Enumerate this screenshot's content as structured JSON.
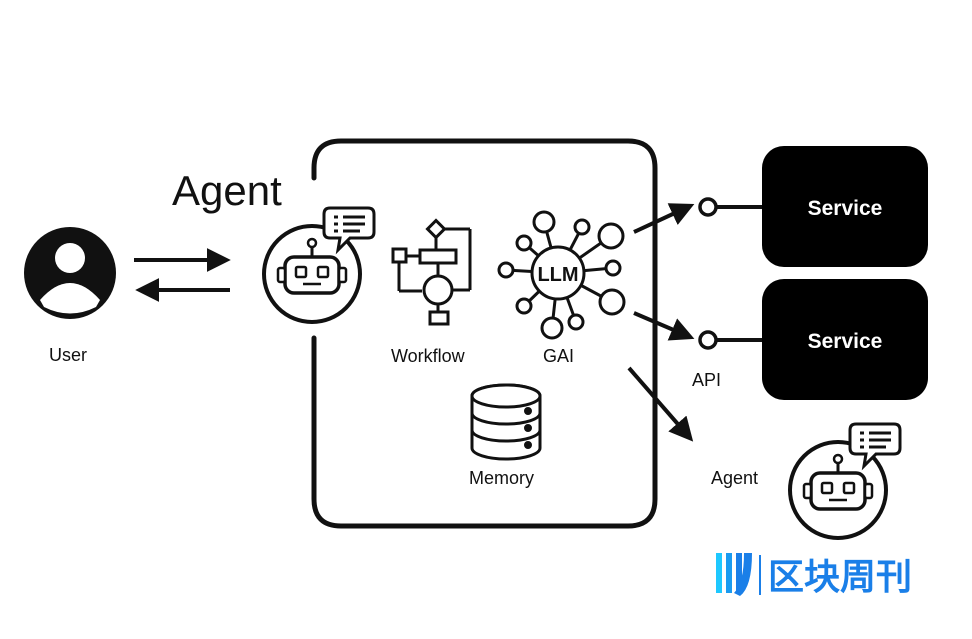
{
  "diagram": {
    "title": "Agent",
    "user_label": "User",
    "workflow_label": "Workflow",
    "gai_label": "GAI",
    "llm_label": "LLM",
    "memory_label": "Memory",
    "api_label": "API",
    "agent_small_label": "Agent",
    "services": [
      {
        "label": "Service"
      },
      {
        "label": "Service"
      }
    ]
  },
  "watermark": {
    "text": "区块周刊"
  },
  "colors": {
    "ink": "#111111",
    "service_fill": "#000000",
    "service_text": "#ffffff",
    "watermark_blue": "#1a7fe8"
  },
  "icons": [
    "user-icon",
    "robot-agent-icon",
    "speech-bubble-icon",
    "workflow-flowchart-icon",
    "llm-network-icon",
    "database-icon",
    "watermark-logo-icon"
  ]
}
